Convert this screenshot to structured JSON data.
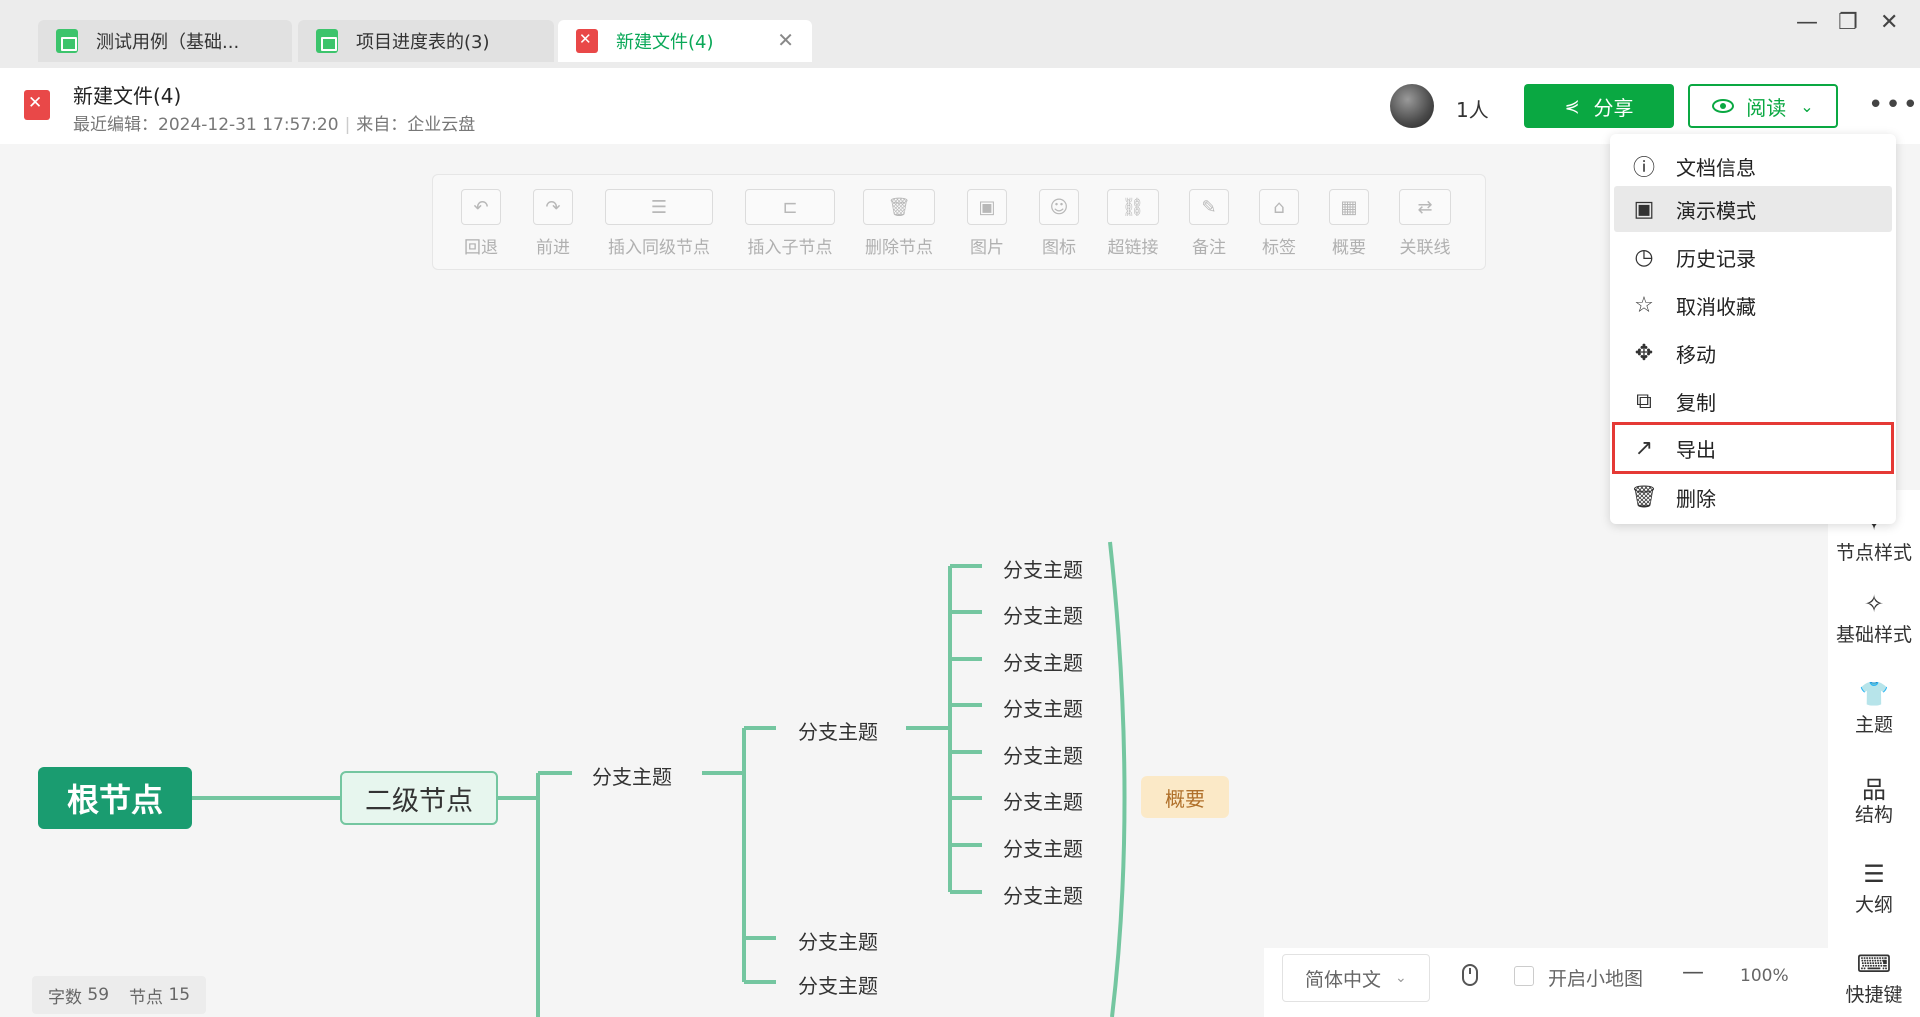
{
  "tabs": [
    {
      "label": "测试用例（基础...",
      "icon": "sheet-icon",
      "active": false
    },
    {
      "label": "项目进度表的(3)",
      "icon": "sheet-icon",
      "active": false
    },
    {
      "label": "新建文件(4)",
      "icon": "xmind-icon",
      "active": true
    }
  ],
  "tab_close_glyph": "✕",
  "window_controls": {
    "minimize": "—",
    "restore": "❐",
    "close": "✕"
  },
  "header": {
    "title": "新建文件(4)",
    "last_edit_label": "最近编辑：",
    "last_edit_value": "2024-12-31 17:57:20",
    "source_label": "来自：",
    "source_value": "企业云盘",
    "user_count": "1人",
    "share_label": "分享",
    "read_label": "阅读",
    "more_glyph": "•••"
  },
  "toolbar": [
    {
      "label": "回退",
      "icon": "undo-icon",
      "glyph": "↶"
    },
    {
      "label": "前进",
      "icon": "redo-icon",
      "glyph": "↷"
    },
    {
      "label": "插入同级节点",
      "icon": "insert-sibling-icon",
      "glyph": "☰"
    },
    {
      "label": "插入子节点",
      "icon": "insert-child-icon",
      "glyph": "⊏"
    },
    {
      "label": "删除节点",
      "icon": "trash-icon",
      "glyph": "🗑"
    },
    {
      "label": "图片",
      "icon": "image-icon",
      "glyph": "▣"
    },
    {
      "label": "图标",
      "icon": "smiley-icon",
      "glyph": "☺"
    },
    {
      "label": "超链接",
      "icon": "link-icon",
      "glyph": "⛓"
    },
    {
      "label": "备注",
      "icon": "note-icon",
      "glyph": "✎"
    },
    {
      "label": "标签",
      "icon": "tag-icon",
      "glyph": "⌂"
    },
    {
      "label": "概要",
      "icon": "summary-icon",
      "glyph": "▦"
    },
    {
      "label": "关联线",
      "icon": "relation-line-icon",
      "glyph": "⇄"
    }
  ],
  "mindmap": {
    "root": "根节点",
    "second": "二级节点",
    "level3": "分支主题",
    "level4": [
      "分支主题",
      "分支主题",
      "分支主题"
    ],
    "level5": [
      "分支主题",
      "分支主题",
      "分支主题",
      "分支主题",
      "分支主题",
      "分支主题",
      "分支主题",
      "分支主题"
    ],
    "summary": "概要",
    "colors": {
      "root": "#1a9c70",
      "line": "#74c6a0",
      "summary_bg": "#fbe9c7"
    }
  },
  "menu": [
    {
      "label": "文档信息",
      "icon": "info-icon",
      "glyph": "ⓘ"
    },
    {
      "label": "演示模式",
      "icon": "presentation-icon",
      "glyph": "▣"
    },
    {
      "label": "历史记录",
      "icon": "history-icon",
      "glyph": "◷"
    },
    {
      "label": "取消收藏",
      "icon": "star-icon",
      "glyph": "☆"
    },
    {
      "label": "移动",
      "icon": "move-icon",
      "glyph": "✥"
    },
    {
      "label": "复制",
      "icon": "copy-icon",
      "glyph": "⧉"
    },
    {
      "label": "导出",
      "icon": "export-icon",
      "glyph": "↗"
    },
    {
      "label": "删除",
      "icon": "trash-icon",
      "glyph": "🗑"
    }
  ],
  "right_panel": [
    {
      "label": "节点样式",
      "icon": "node-style-icon",
      "glyph": "✦"
    },
    {
      "label": "基础样式",
      "icon": "magic-wand-icon",
      "glyph": "✧"
    },
    {
      "label": "主题",
      "icon": "shirt-icon",
      "glyph": "👕"
    },
    {
      "label": "结构",
      "icon": "structure-icon",
      "glyph": "品"
    },
    {
      "label": "大纲",
      "icon": "outline-icon",
      "glyph": "☰"
    },
    {
      "label": "快捷键",
      "icon": "keyboard-icon",
      "glyph": "⌨"
    }
  ],
  "footer": {
    "word_count_label": "字数",
    "word_count": "59",
    "node_count_label": "节点",
    "node_count": "15",
    "language": "简体中文",
    "minimap_label": "开启小地图",
    "zoom_out_glyph": "—",
    "zoom": "100%"
  },
  "accent_color": "#0aa842"
}
